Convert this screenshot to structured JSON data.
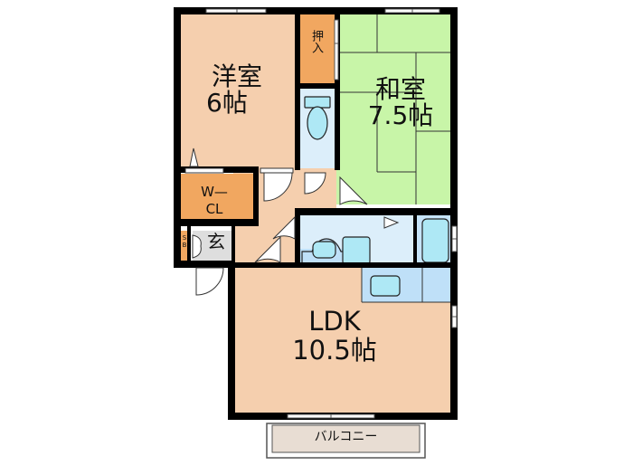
{
  "plan": {
    "colors": {
      "wood_floor": "#f5cfae",
      "tatami": "#c8f5a8",
      "closet": "#f1a760",
      "wet_area": "#dceefa",
      "fixture": "#aee8f5",
      "entrance": "#dedede",
      "balcony": "#e8ddd3",
      "wall": "#000000"
    },
    "rooms": {
      "western_room": {
        "name": "洋室",
        "size": "6帖"
      },
      "japanese_room": {
        "name": "和室",
        "size": "7.5帖"
      },
      "oshiire": {
        "name": "押入"
      },
      "walk_in_closet": {
        "line1": "W—",
        "line2": "CL"
      },
      "entrance": {
        "name": "玄"
      },
      "shoe_box": {
        "line1": "S",
        "line2": "B"
      },
      "ldk": {
        "name": "LDK",
        "size": "10.5帖"
      },
      "balcony": {
        "name": "バルコニー"
      }
    }
  }
}
